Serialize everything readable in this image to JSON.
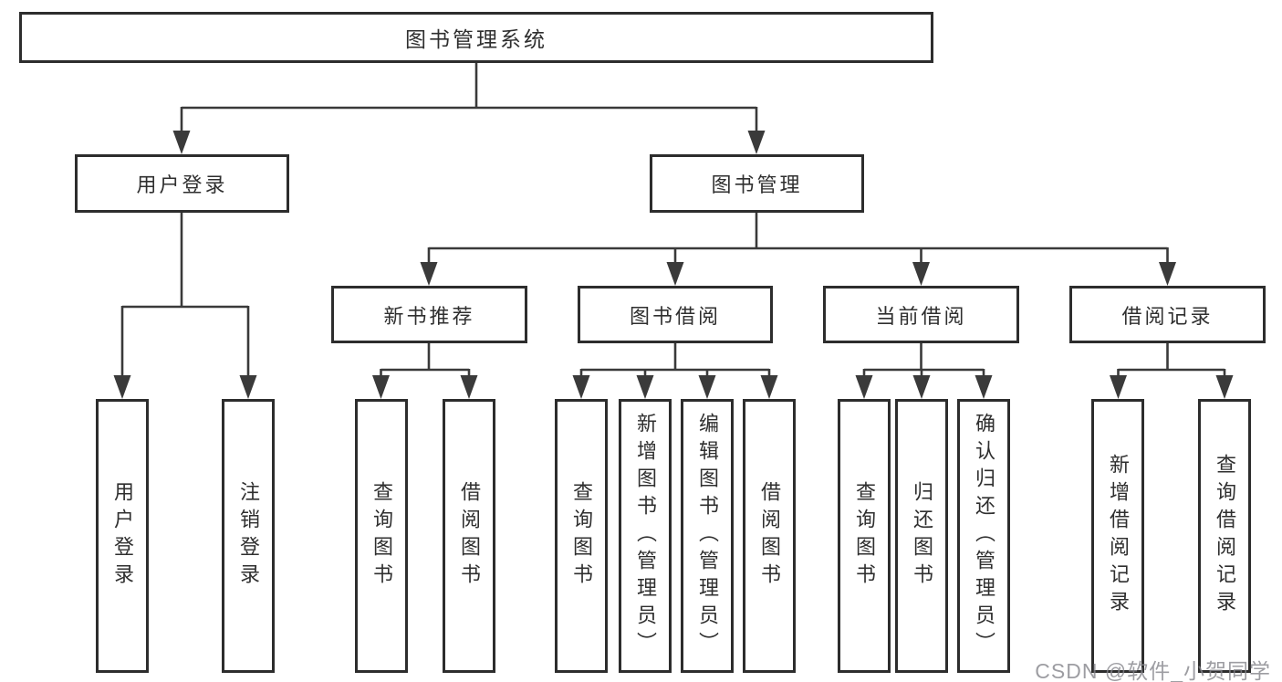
{
  "tree": {
    "label": "图书管理系统",
    "children": [
      {
        "label": "用户登录",
        "children": [
          {
            "label": "用户登录"
          },
          {
            "label": "注销登录"
          }
        ]
      },
      {
        "label": "图书管理",
        "children": [
          {
            "label": "新书推荐",
            "children": [
              {
                "label": "查询图书"
              },
              {
                "label": "借阅图书"
              }
            ]
          },
          {
            "label": "图书借阅",
            "children": [
              {
                "label": "查询图书"
              },
              {
                "label": "新增图书（管理员）"
              },
              {
                "label": "编辑图书（管理员）"
              },
              {
                "label": "借阅图书"
              }
            ]
          },
          {
            "label": "当前借阅",
            "children": [
              {
                "label": "查询图书"
              },
              {
                "label": "归还图书"
              },
              {
                "label": "确认归还（管理员）"
              }
            ]
          },
          {
            "label": "借阅记录",
            "children": [
              {
                "label": "新增借阅记录"
              },
              {
                "label": "查询借阅记录"
              }
            ]
          }
        ]
      }
    ]
  },
  "watermark": {
    "text": "CSDN @软件_小贺同学"
  },
  "colors": {
    "line": "#3a3a3a",
    "box_border": "#2d2d2d",
    "text": "#2f2f2f",
    "watermark": "#85858b",
    "background": "#ffffff"
  }
}
